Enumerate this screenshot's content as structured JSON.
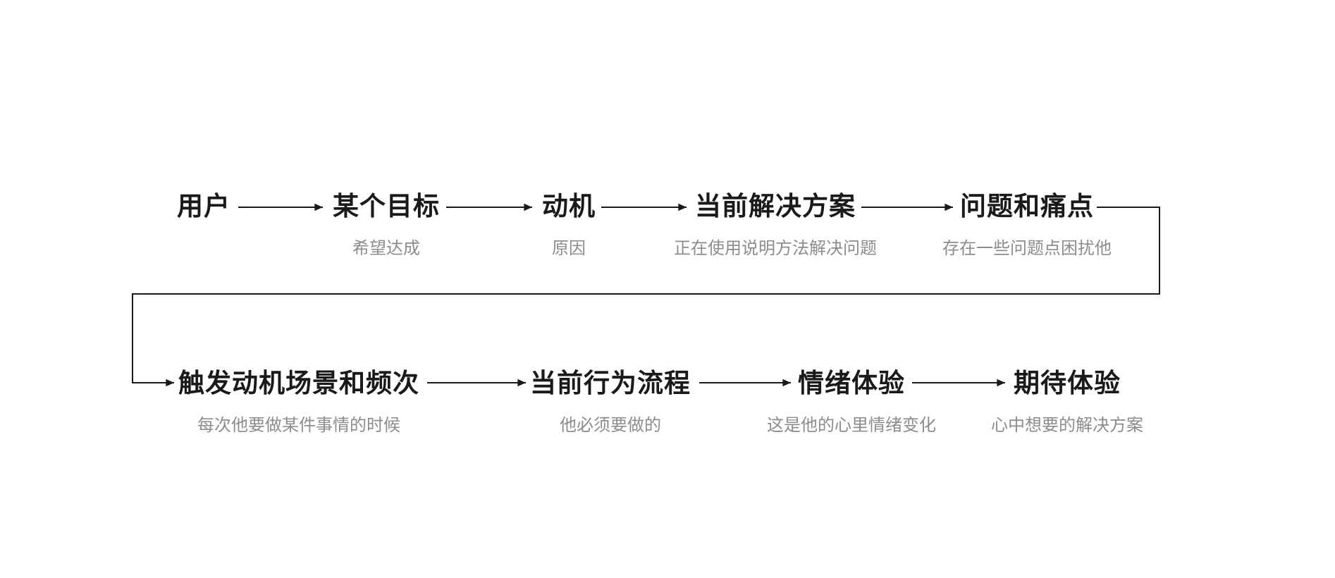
{
  "page": {
    "background": "#ffffff",
    "description_label": "user-journey-flow-diagram"
  },
  "colors": {
    "title_text": "#1a1a1a",
    "subtitle_text": "#8c8c8c",
    "connector_line": "#1a1a1a"
  },
  "diagram": {
    "type": "flowchart",
    "flow_order": [
      "user",
      "goal",
      "motivation",
      "current-solution",
      "pain-points",
      "trigger-scene-frequency",
      "current-behavior-flow",
      "emotional-experience",
      "expected-experience"
    ],
    "rows": [
      {
        "nodes": [
          {
            "id": "user",
            "label": "用户",
            "sublabel": ""
          },
          {
            "id": "goal",
            "label": "某个目标",
            "sublabel": "希望达成"
          },
          {
            "id": "motivation",
            "label": "动机",
            "sublabel": "原因"
          },
          {
            "id": "current-solution",
            "label": "当前解决方案",
            "sublabel": "正在使用说明方法解决问题"
          },
          {
            "id": "pain-points",
            "label": "问题和痛点",
            "sublabel": "存在一些问题点困扰他"
          }
        ]
      },
      {
        "nodes": [
          {
            "id": "trigger-scene-frequency",
            "label": "触发动机场景和频次",
            "sublabel": "每次他要做某件事情的时候"
          },
          {
            "id": "current-behavior-flow",
            "label": "当前行为流程",
            "sublabel": "他必须要做的"
          },
          {
            "id": "emotional-experience",
            "label": "情绪体验",
            "sublabel": "这是他的心里情绪变化"
          },
          {
            "id": "expected-experience",
            "label": "期待体验",
            "sublabel": "心中想要的解决方案"
          }
        ]
      }
    ]
  }
}
